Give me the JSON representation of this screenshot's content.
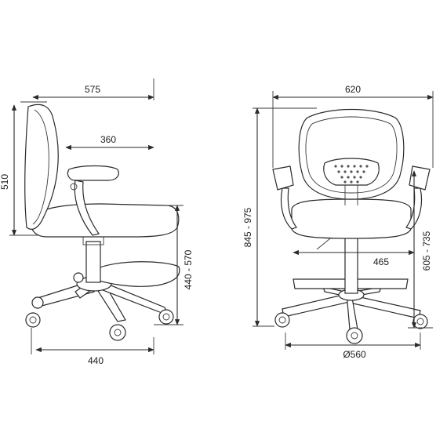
{
  "dimensions": {
    "side_depth": "575",
    "seat_depth": "360",
    "backrest_height": "510",
    "seat_height": "440 - 570",
    "base_width_side": "440",
    "front_width": "620",
    "seat_width": "465",
    "total_height": "845 - 975",
    "armrest_height": "605 - 735",
    "base_diameter": "Ø560"
  },
  "colors": {
    "line": "#2a2a2a",
    "background": "#ffffff"
  }
}
